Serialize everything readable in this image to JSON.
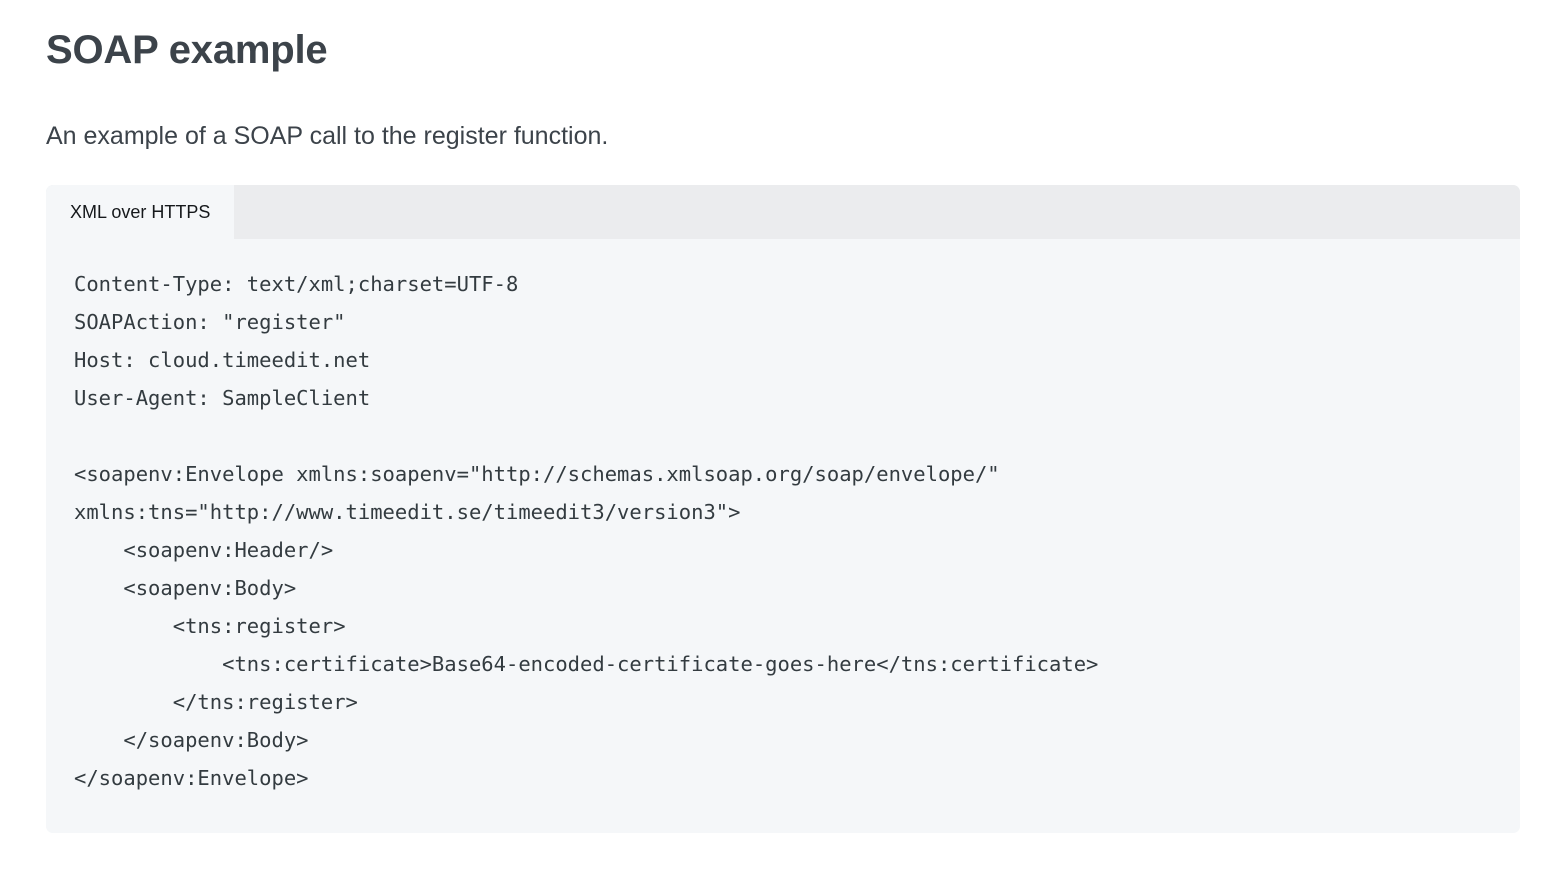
{
  "page": {
    "title": "SOAP example",
    "intro": "An example of a SOAP call to the register function."
  },
  "code_block": {
    "tabs": [
      {
        "label": "XML over HTTPS",
        "active": true
      }
    ],
    "active_tab_label": "XML over HTTPS",
    "language": "xml",
    "colors": {
      "card_background": "#f5f7f9",
      "tab_bar_background": "#ebecee",
      "active_tab_background": "#f5f7f9",
      "code_text": "#333b40",
      "heading_text": "#3c434a"
    },
    "lines": [
      "Content-Type: text/xml;charset=UTF-8",
      "SOAPAction: \"register\"",
      "Host: cloud.timeedit.net",
      "User-Agent: SampleClient",
      "",
      "<soapenv:Envelope xmlns:soapenv=\"http://schemas.xmlsoap.org/soap/envelope/\" xmlns:tns=\"http://www.timeedit.se/timeedit3/version3\">",
      "    <soapenv:Header/>",
      "    <soapenv:Body>",
      "        <tns:register>",
      "            <tns:certificate>Base64-encoded-certificate-goes-here</tns:certificate>",
      "        </tns:register>",
      "    </soapenv:Body>",
      "</soapenv:Envelope>"
    ],
    "content": "Content-Type: text/xml;charset=UTF-8\nSOAPAction: \"register\"\nHost: cloud.timeedit.net\nUser-Agent: SampleClient\n\n<soapenv:Envelope xmlns:soapenv=\"http://schemas.xmlsoap.org/soap/envelope/\" xmlns:tns=\"http://www.timeedit.se/timeedit3/version3\">\n    <soapenv:Header/>\n    <soapenv:Body>\n        <tns:register>\n            <tns:certificate>Base64-encoded-certificate-goes-here</tns:certificate>\n        </tns:register>\n    </soapenv:Body>\n</soapenv:Envelope>"
  }
}
